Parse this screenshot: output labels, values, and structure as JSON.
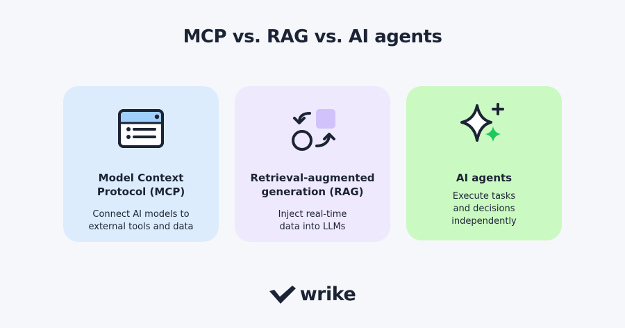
{
  "title": "MCP vs. RAG vs. AI agents",
  "cards": [
    {
      "icon": "browser-window-icon",
      "title_line1": "Model Context",
      "title_line2": "Protocol (MCP)",
      "desc_line1": "Connect AI models to",
      "desc_line2": "external tools and data",
      "color": "#dcecfc"
    },
    {
      "icon": "retrieval-cycle-icon",
      "title_line1": "Retrieval-augmented",
      "title_line2": "generation (RAG)",
      "desc_line1": "Inject real-time",
      "desc_line2": "data into LLMs",
      "color": "#efe9fd"
    },
    {
      "icon": "sparkle-icon",
      "title_line1": "AI agents",
      "desc_line1": "Execute tasks",
      "desc_line2": "and decisions",
      "desc_line3": "independently",
      "color": "#cbf9c2"
    }
  ],
  "logo": {
    "text": "wrike",
    "icon": "wrike-checkmark-logo"
  },
  "colors": {
    "text": "#1c2335",
    "accent_blue": "#9fd0fb",
    "accent_purple": "#d2c2fb",
    "accent_green": "#1ec85a"
  }
}
